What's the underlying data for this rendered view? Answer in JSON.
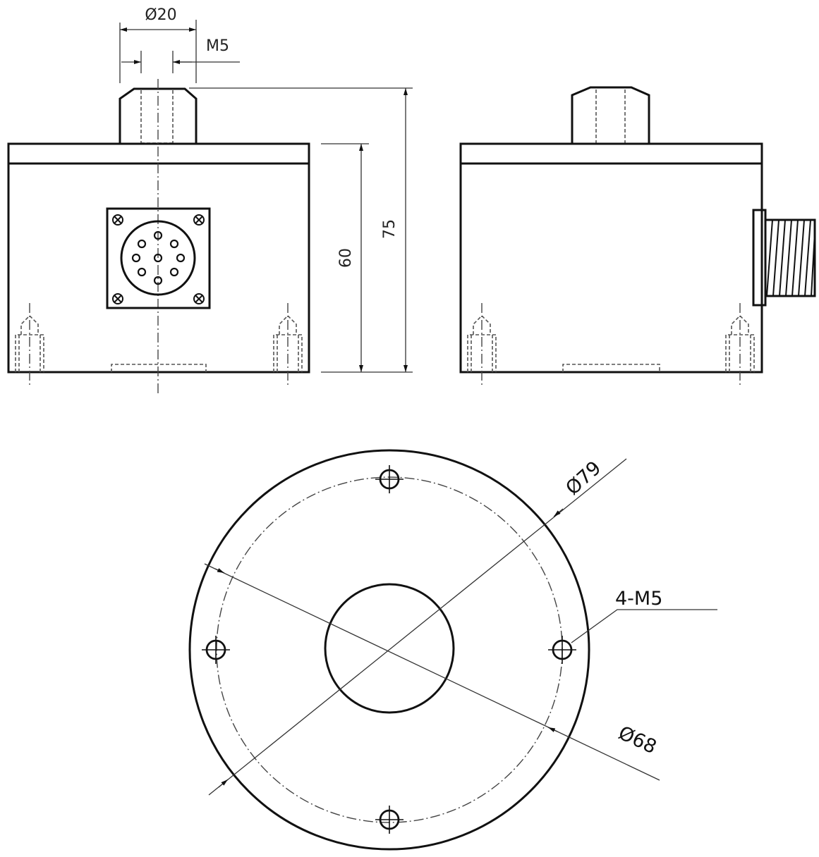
{
  "drawing": {
    "front_view": {
      "dim_boss_diameter": "Ø20",
      "dim_thread": "M5",
      "dim_body_height": "60",
      "dim_total_height": "75"
    },
    "bottom_view": {
      "dim_outer_diameter": "Ø79",
      "dim_bolt_circle": "Ø68",
      "dim_holes": "4-M5"
    }
  }
}
